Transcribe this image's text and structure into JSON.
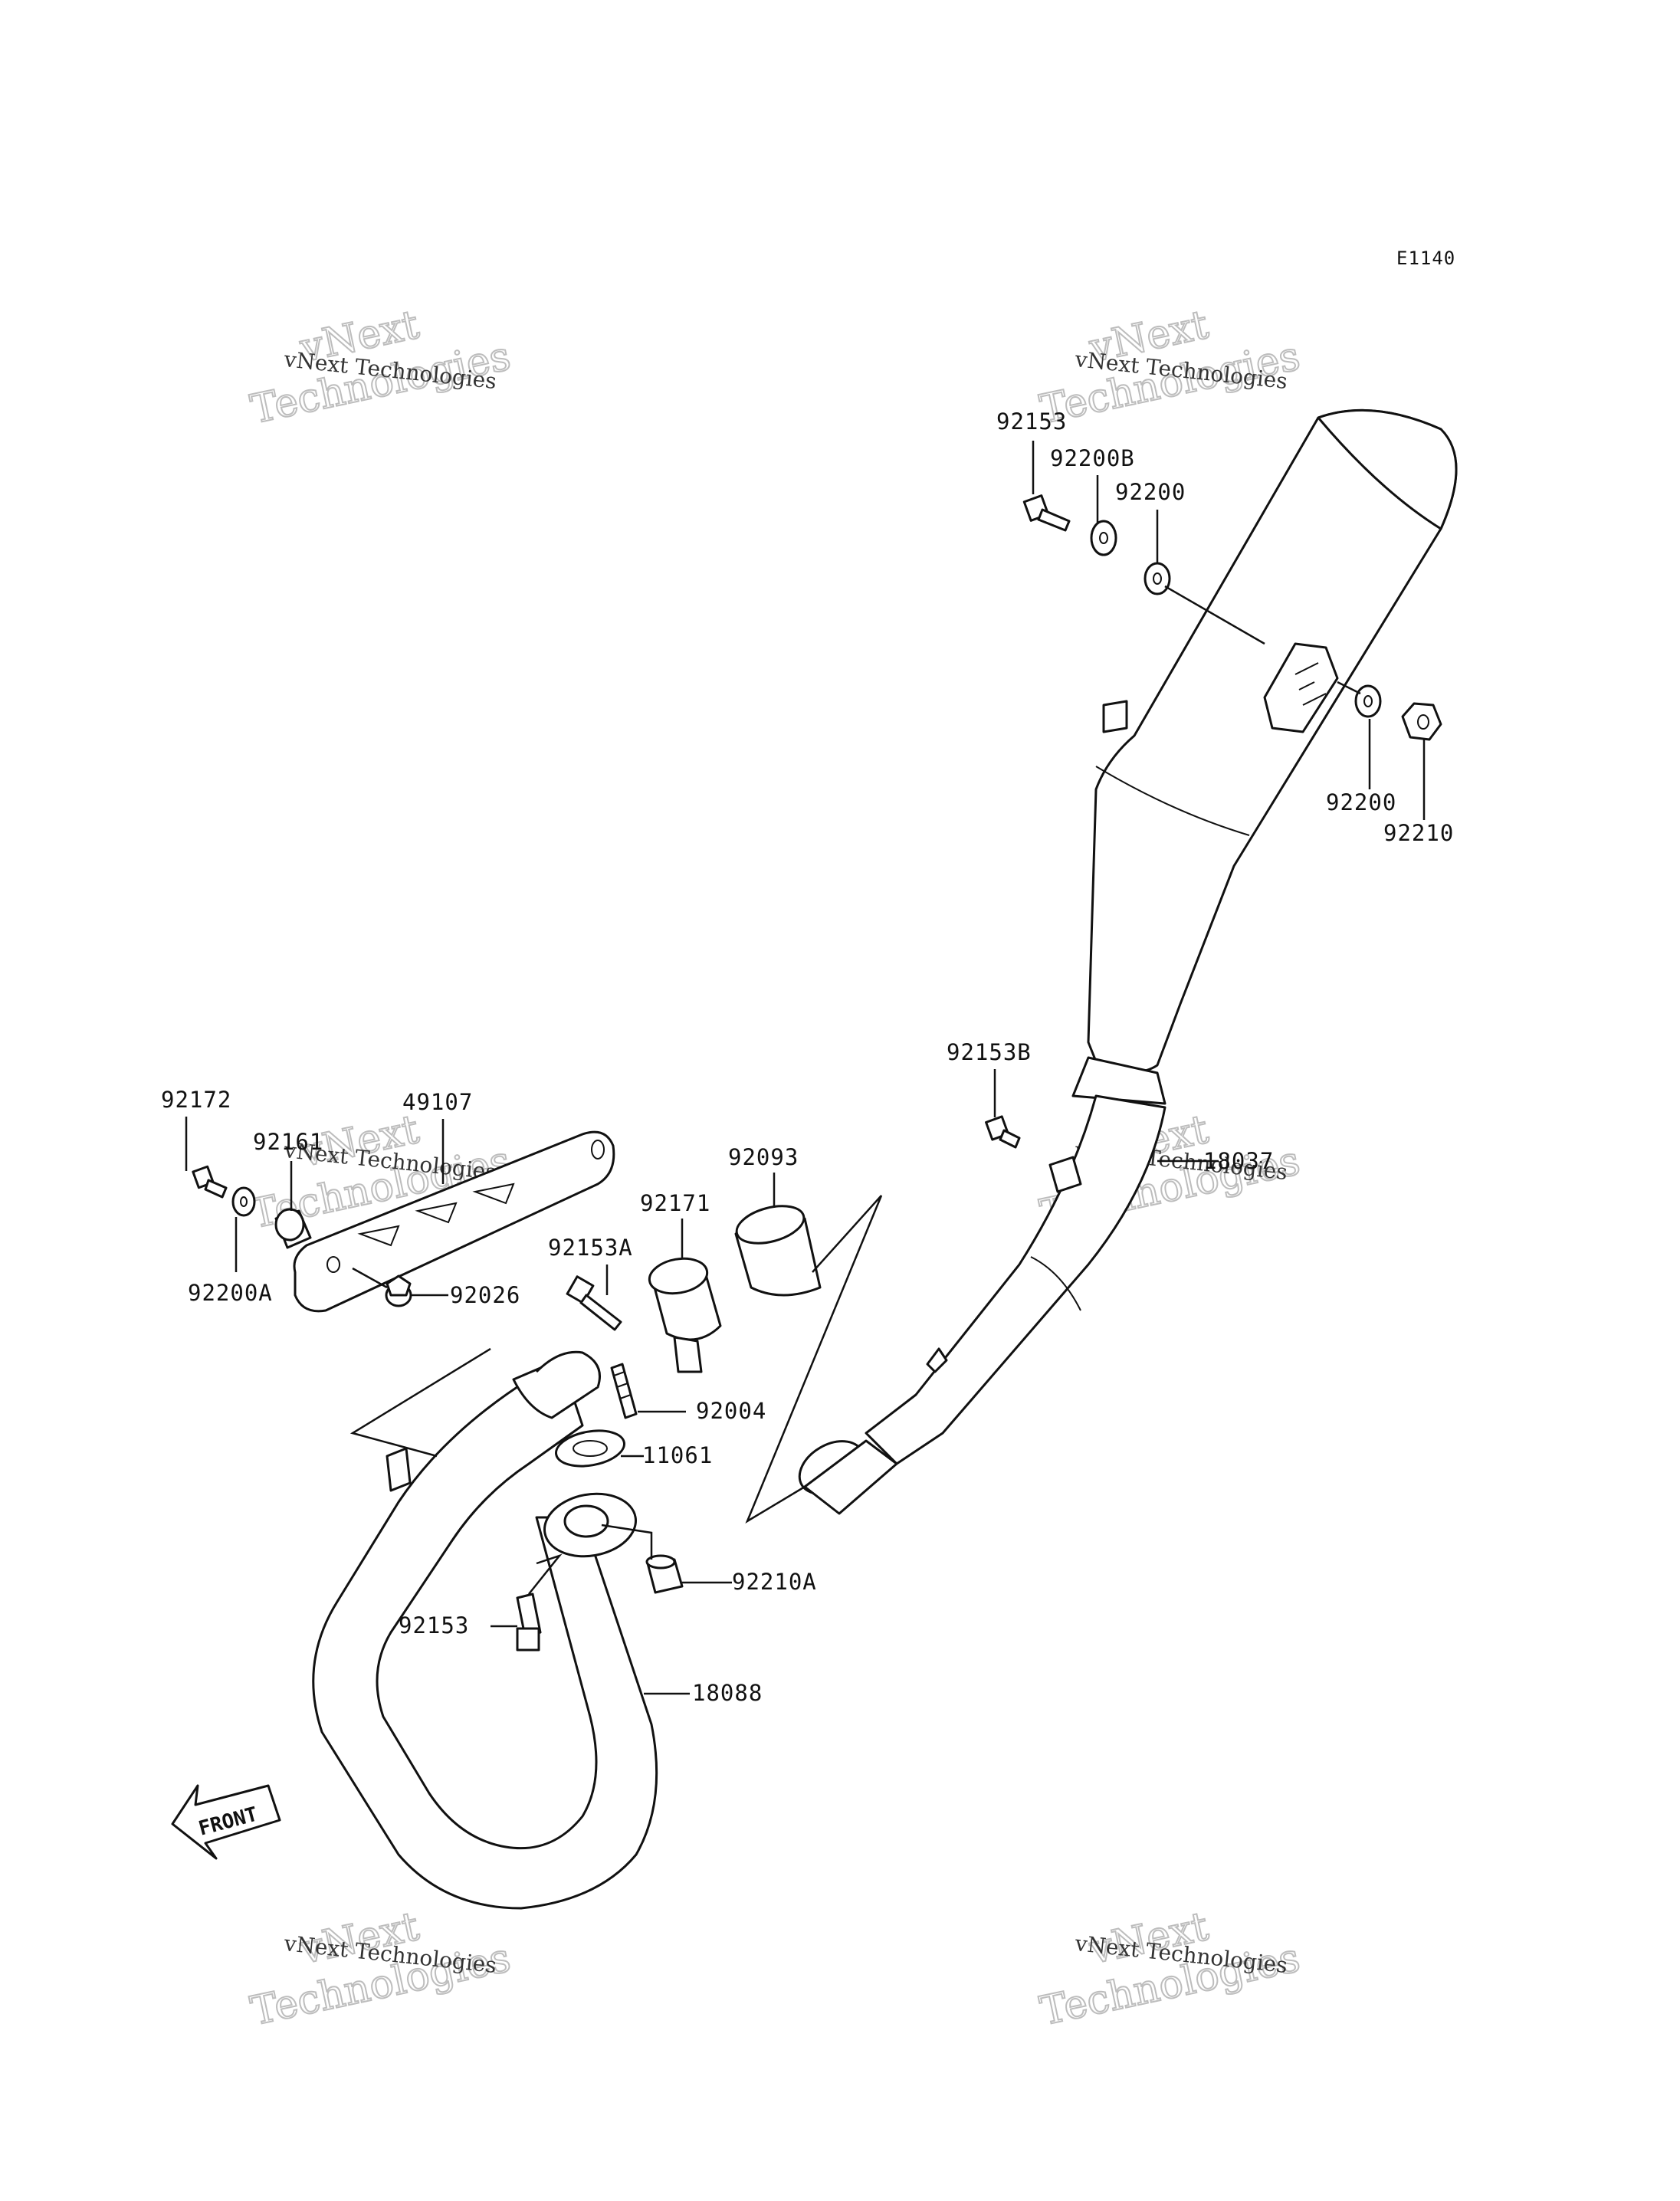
{
  "diagram": {
    "code": "E1140",
    "front_label": "FRONT",
    "watermark": {
      "line_small": "vNext Technologies",
      "line_big_1": "vNext",
      "line_big_2": "Technologies"
    },
    "parts": {
      "p92153_top": "92153",
      "p92200B": "92200B",
      "p92200_top": "92200",
      "p92200_right": "92200",
      "p92210": "92210",
      "p92153B": "92153B",
      "p18037": "18037",
      "p92172": "92172",
      "p49107": "49107",
      "p92161": "92161",
      "p92200A": "92200A",
      "p92026": "92026",
      "p92093": "92093",
      "p92171": "92171",
      "p92153A": "92153A",
      "p92004": "92004",
      "p11061": "11061",
      "p92210A": "92210A",
      "p92153_bottom": "92153",
      "p18088": "18088"
    }
  }
}
